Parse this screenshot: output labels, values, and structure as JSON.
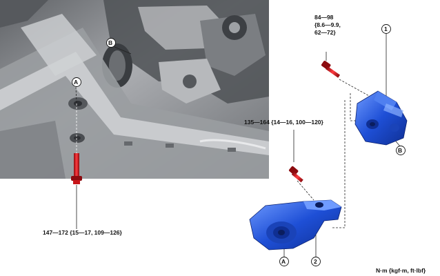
{
  "colors": {
    "part_blue": "#1e4fd6",
    "part_blue_dark": "#0f2f93",
    "part_blue_light": "#6f9bff",
    "bolt_red": "#e0191f",
    "bolt_red_dark": "#8c0b0f",
    "photo_gray": "#8a8c90"
  },
  "callouts": {
    "a_top": "A",
    "b_top": "B",
    "a_bottom": "A",
    "b_right": "B",
    "part_1": "1",
    "part_2": "2"
  },
  "torque": {
    "upper_bolt_line1": "84—98",
    "upper_bolt_line2": "{8.6—9.9,",
    "upper_bolt_line3": "62—72}",
    "mid_bolt": "135—164 {14—16, 100—120}",
    "lower_bolt": "147—172 {15—17, 109—126}"
  },
  "units": "N·m {kgf·m, ft·lbf}"
}
